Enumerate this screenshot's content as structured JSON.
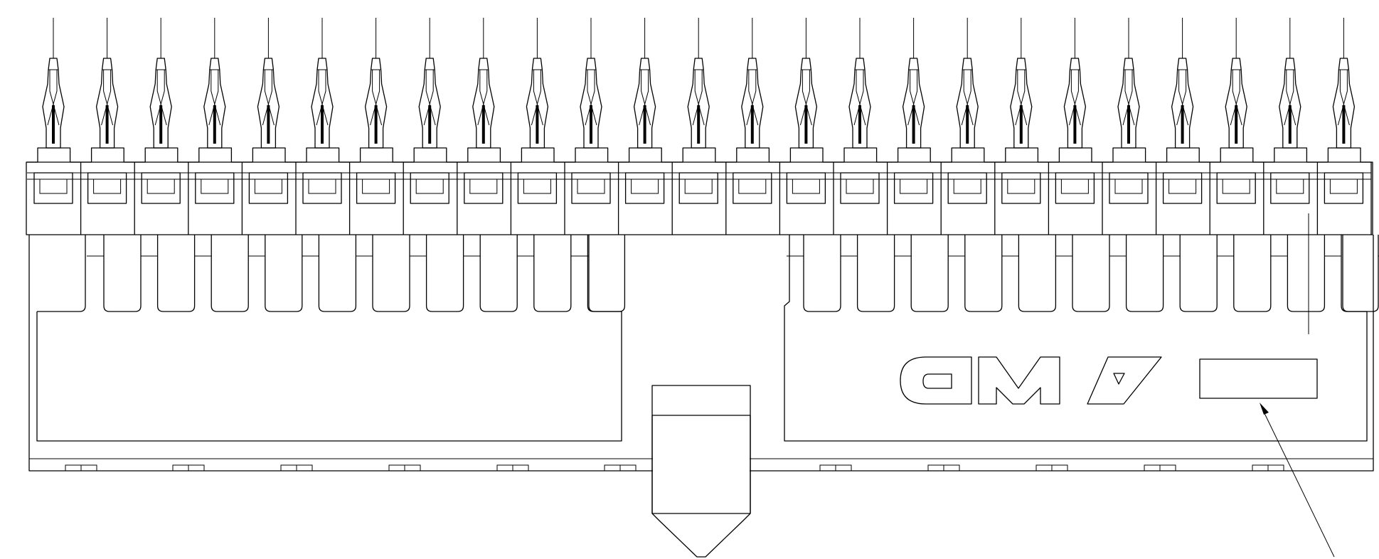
{
  "drawing": {
    "logo_text": "AMP",
    "logo_orientation": "mirrored",
    "contact_count": 25,
    "upper_finger_count": 11,
    "lower_finger_count": 12,
    "latch_count": 11,
    "line_color": "#000000",
    "background_color": "#ffffff"
  }
}
